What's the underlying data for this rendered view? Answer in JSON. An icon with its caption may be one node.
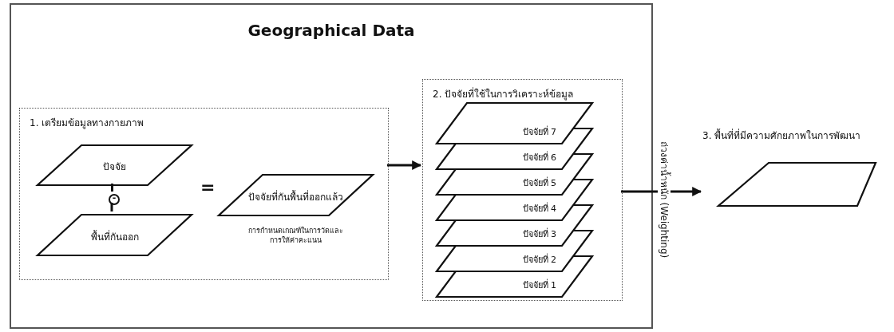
{
  "diagram": {
    "nodes": [
      {
        "text": [
          "Geographical Data"
        ]
      },
      {
        "text": [
          "1. เตรียมข้อมูลทางกายภาพ"
        ],
        "in": 0
      },
      {
        "text": [
          "ปัจจัย"
        ],
        "in": 1
      },
      {
        "text": [
          "-"
        ],
        "in": 1
      },
      {
        "text": [
          "พื้นที่กันออก"
        ],
        "in": 1
      },
      {
        "text": [
          "ปัจจัยที่กันพื้นที่ออกแล้ว"
        ],
        "in": 1,
        "beside": [
          "การกำหนดเกณฑ์ในการวัดและการให้ค่าคะแนน"
        ]
      },
      {
        "text": [
          "2. ปัจจัยที่ใช้ในการวิเคราะห์ข้อมูล"
        ],
        "in": 0
      },
      {
        "text": [
          "ปัจจัยที่ 7"
        ],
        "in": 6
      },
      {
        "text": [
          "ปัจจัยที่ 6"
        ],
        "in": 6
      },
      {
        "text": [
          "ปัจจัยที่ 5"
        ],
        "in": 6
      },
      {
        "text": [
          "ปัจจัยที่ 4"
        ],
        "in": 6
      },
      {
        "text": [
          "ปัจจัยที่ 3"
        ],
        "in": 6
      },
      {
        "text": [
          "ปัจจัยที่ 2"
        ],
        "in": 6
      },
      {
        "text": [
          "ปัจจัยที่ 1"
        ],
        "in": 6
      },
      {
        "text": [
          "3. พื้นที่ที่มีความศักยภาพในการพัฒนา"
        ]
      }
    ],
    "edges": [
      {
        "from": 2,
        "to": 3,
        "arrow": "none"
      },
      {
        "from": 3,
        "to": 4,
        "arrow": "none"
      },
      {
        "from": 1,
        "to": 6,
        "arrow": "to"
      },
      {
        "from": 6,
        "to": 14,
        "arrow": "to",
        "label": "ถ่วงค่าน้ำหนัก (Weighting)"
      }
    ],
    "labels": [
      "="
    ]
  }
}
